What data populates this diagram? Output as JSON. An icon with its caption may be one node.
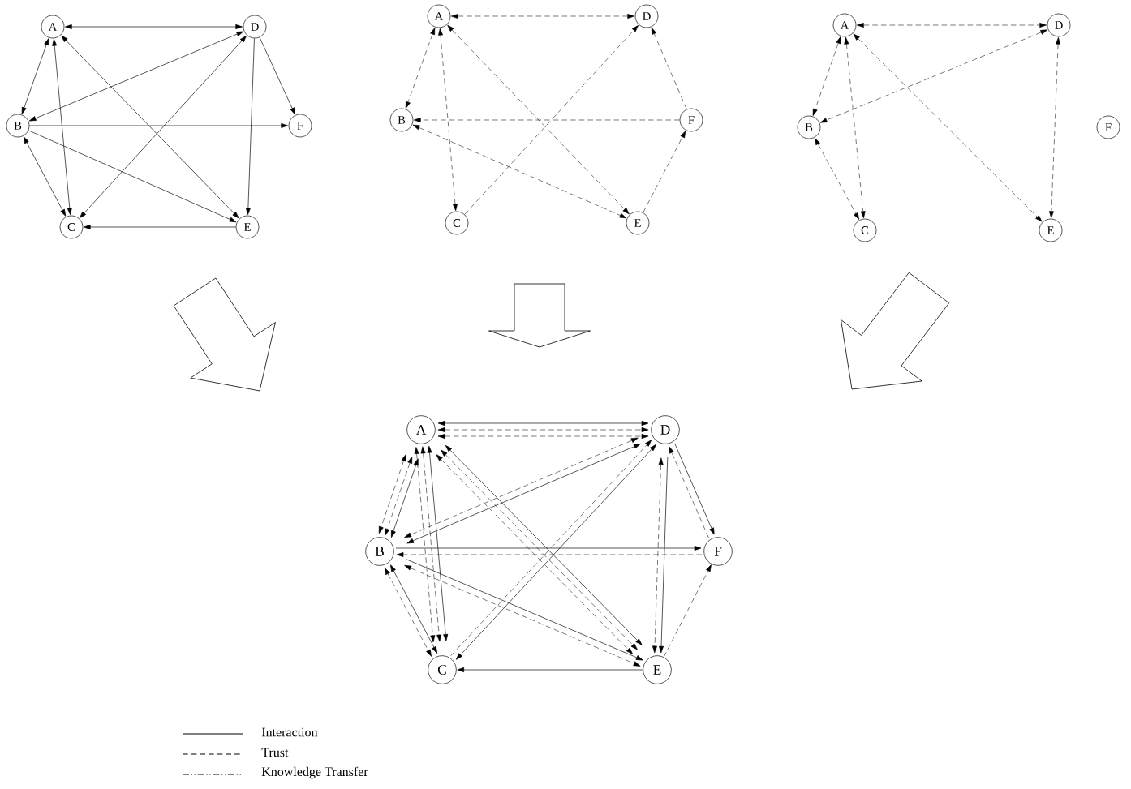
{
  "diagram": {
    "nodes": [
      {
        "text": [
          "A"
        ]
      },
      {
        "text": [
          "D"
        ]
      },
      {
        "text": [
          "B"
        ]
      },
      {
        "text": [
          "F"
        ]
      },
      {
        "text": [
          "C"
        ]
      },
      {
        "text": [
          "E"
        ]
      },
      {
        "text": [
          "A"
        ]
      },
      {
        "text": [
          "D"
        ]
      },
      {
        "text": [
          "B"
        ]
      },
      {
        "text": [
          "F"
        ]
      },
      {
        "text": [
          "C"
        ]
      },
      {
        "text": [
          "E"
        ]
      },
      {
        "text": [
          "A"
        ]
      },
      {
        "text": [
          "D"
        ]
      },
      {
        "text": [
          "B"
        ]
      },
      {
        "text": [
          "F"
        ]
      },
      {
        "text": [
          "C"
        ]
      },
      {
        "text": [
          "E"
        ]
      },
      {
        "text": [
          "A"
        ]
      },
      {
        "text": [
          "D"
        ]
      },
      {
        "text": [
          "B"
        ]
      },
      {
        "text": [
          "F"
        ]
      },
      {
        "text": [
          "C"
        ]
      },
      {
        "text": [
          "E"
        ]
      }
    ],
    "edges": [
      {
        "from": 0,
        "to": 1,
        "arrow": "both"
      },
      {
        "from": 0,
        "to": 2,
        "arrow": "both"
      },
      {
        "from": 0,
        "to": 4,
        "arrow": "both"
      },
      {
        "from": 0,
        "to": 5,
        "arrow": "both"
      },
      {
        "from": 1,
        "to": 2,
        "arrow": "both"
      },
      {
        "from": 1,
        "to": 4,
        "arrow": "both"
      },
      {
        "from": 1,
        "to": 3,
        "arrow": "to"
      },
      {
        "from": 1,
        "to": 5,
        "arrow": "to"
      },
      {
        "from": 2,
        "to": 3,
        "arrow": "to"
      },
      {
        "from": 2,
        "to": 5,
        "arrow": "to"
      },
      {
        "from": 2,
        "to": 4,
        "arrow": "both"
      },
      {
        "from": 5,
        "to": 4,
        "arrow": "to"
      },
      {
        "from": 6,
        "to": 7,
        "arrow": "both",
        "style": "dashed"
      },
      {
        "from": 6,
        "to": 8,
        "arrow": "both",
        "style": "dashed"
      },
      {
        "from": 6,
        "to": 10,
        "arrow": "both",
        "style": "dashed"
      },
      {
        "from": 6,
        "to": 11,
        "arrow": "both",
        "style": "dashed"
      },
      {
        "from": 10,
        "to": 7,
        "arrow": "to",
        "style": "dashed"
      },
      {
        "from": 9,
        "to": 7,
        "arrow": "to",
        "style": "dashed"
      },
      {
        "from": 9,
        "to": 8,
        "arrow": "to",
        "style": "dashed"
      },
      {
        "from": 8,
        "to": 11,
        "arrow": "both",
        "style": "dashed"
      },
      {
        "from": 11,
        "to": 9,
        "arrow": "to",
        "style": "dashed"
      },
      {
        "from": 12,
        "to": 13,
        "arrow": "both",
        "style": "dashed"
      },
      {
        "from": 12,
        "to": 14,
        "arrow": "both",
        "style": "dashed"
      },
      {
        "from": 12,
        "to": 16,
        "arrow": "both",
        "style": "dashed"
      },
      {
        "from": 12,
        "to": 17,
        "arrow": "both",
        "style": "dashed"
      },
      {
        "from": 13,
        "to": 14,
        "arrow": "both",
        "style": "dashed"
      },
      {
        "from": 14,
        "to": 16,
        "arrow": "both",
        "style": "dashed"
      },
      {
        "from": 13,
        "to": 17,
        "arrow": "both",
        "style": "dashed"
      },
      {
        "from": 18,
        "to": 19,
        "arrow": "both"
      },
      {
        "from": 18,
        "to": 20,
        "arrow": "both"
      },
      {
        "from": 18,
        "to": 22,
        "arrow": "both"
      },
      {
        "from": 18,
        "to": 23,
        "arrow": "both"
      },
      {
        "from": 19,
        "to": 20,
        "arrow": "both"
      },
      {
        "from": 19,
        "to": 22,
        "arrow": "both"
      },
      {
        "from": 19,
        "to": 21,
        "arrow": "to"
      },
      {
        "from": 19,
        "to": 23,
        "arrow": "to"
      },
      {
        "from": 20,
        "to": 21,
        "arrow": "to"
      },
      {
        "from": 20,
        "to": 23,
        "arrow": "to"
      },
      {
        "from": 20,
        "to": 22,
        "arrow": "both"
      },
      {
        "from": 23,
        "to": 22,
        "arrow": "to"
      },
      {
        "from": 18,
        "to": 19,
        "arrow": "both",
        "style": "dashed"
      },
      {
        "from": 18,
        "to": 20,
        "arrow": "both",
        "style": "dashed"
      },
      {
        "from": 18,
        "to": 22,
        "arrow": "both",
        "style": "dashed"
      },
      {
        "from": 18,
        "to": 23,
        "arrow": "both",
        "style": "dashed"
      },
      {
        "from": 22,
        "to": 19,
        "arrow": "to",
        "style": "dashed"
      },
      {
        "from": 21,
        "to": 19,
        "arrow": "to",
        "style": "dashed"
      },
      {
        "from": 21,
        "to": 20,
        "arrow": "to",
        "style": "dashed"
      },
      {
        "from": 20,
        "to": 23,
        "arrow": "both",
        "style": "dashed"
      },
      {
        "from": 23,
        "to": 21,
        "arrow": "to",
        "style": "dashed"
      },
      {
        "from": 18,
        "to": 19,
        "arrow": "both",
        "style": "dashed"
      },
      {
        "from": 18,
        "to": 20,
        "arrow": "both",
        "style": "dashed"
      },
      {
        "from": 18,
        "to": 22,
        "arrow": "both",
        "style": "dashed"
      },
      {
        "from": 18,
        "to": 23,
        "arrow": "both",
        "style": "dashed"
      },
      {
        "from": 19,
        "to": 20,
        "arrow": "both",
        "style": "dashed"
      },
      {
        "from": 20,
        "to": 22,
        "arrow": "both",
        "style": "dashed"
      },
      {
        "from": 19,
        "to": 23,
        "arrow": "both",
        "style": "dashed"
      }
    ],
    "legend": [
      {
        "text": "Interaction"
      },
      {
        "text": "Trust"
      },
      {
        "text": "Knowledge Transfer"
      }
    ]
  }
}
